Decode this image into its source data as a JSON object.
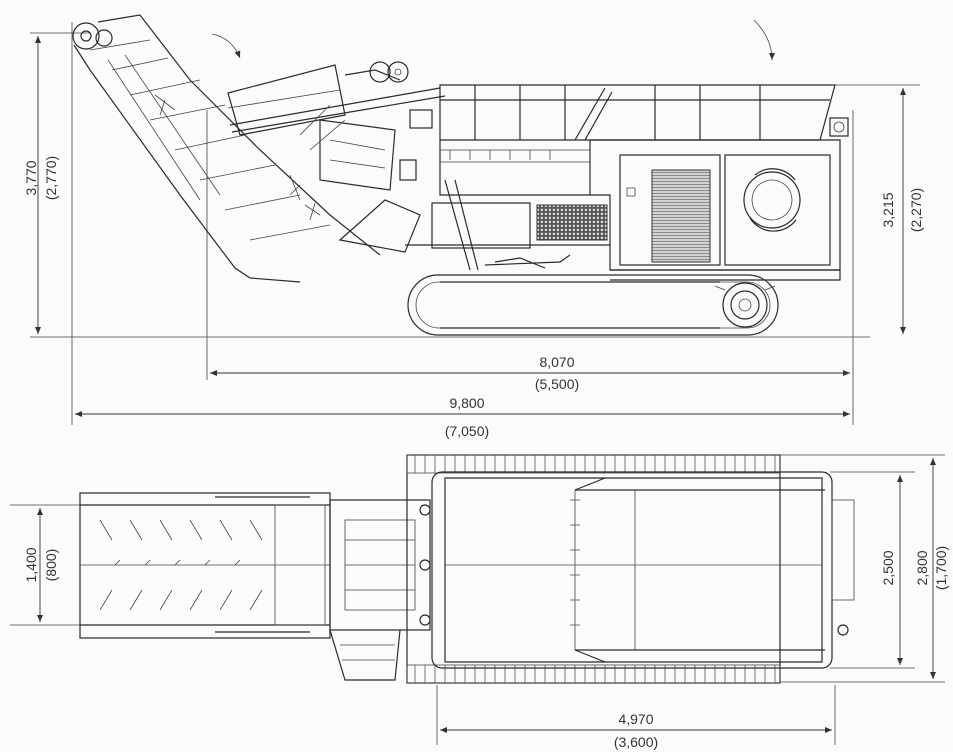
{
  "side_view": {
    "overall_height": "3,770",
    "overall_height_transport": "(2,770)",
    "body_height": "3,215",
    "body_height_transport": "(2,270)",
    "body_length": "8,070",
    "body_length_transport": "(5,500)",
    "overall_length": "9,800",
    "overall_length_transport": "(7,050)"
  },
  "top_view": {
    "conveyor_width": "1,400",
    "conveyor_width_transport": "(800)",
    "track_width": "2,500",
    "overall_width": "2,800",
    "overall_width_transport": "(1,700)",
    "track_length": "4,970",
    "track_length_transport": "(3,600)"
  }
}
